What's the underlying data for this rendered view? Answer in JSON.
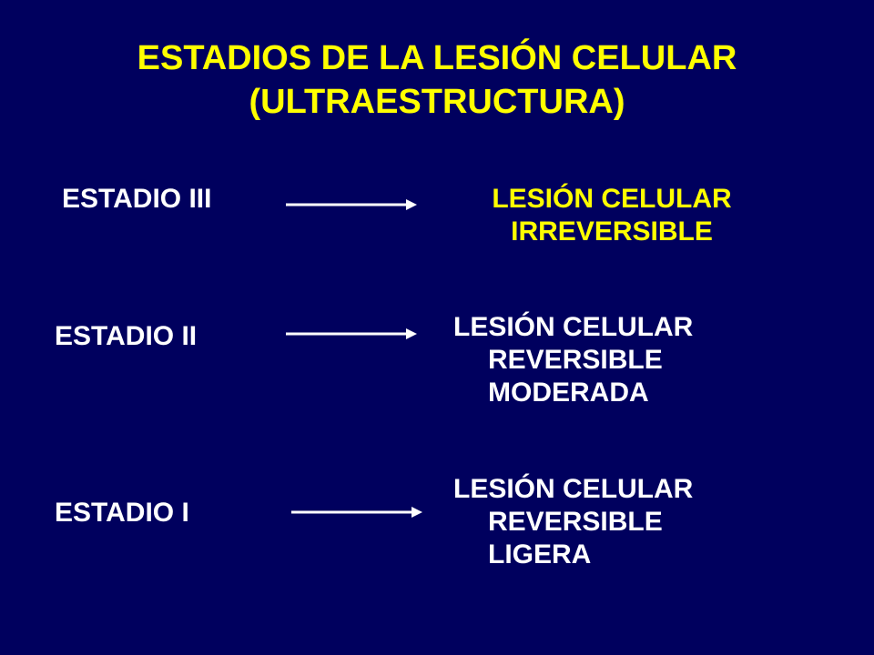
{
  "slide": {
    "title": {
      "line1": "ESTADIOS DE LA LESIÓN CELULAR",
      "line2": "(ULTRAESTRUCTURA)"
    },
    "rows": [
      {
        "stage": "ESTADIO III",
        "result": [
          "LESIÓN CELULAR",
          "IRREVERSIBLE"
        ]
      },
      {
        "stage": "ESTADIO II",
        "result": [
          "LESIÓN CELULAR",
          "REVERSIBLE",
          "MODERADA"
        ]
      },
      {
        "stage": "ESTADIO I",
        "result": [
          "LESIÓN CELULAR",
          "REVERSIBLE",
          "LIGERA"
        ]
      }
    ],
    "colors": {
      "background": "#00005e",
      "title": "#ffff00",
      "text": "#ffffff",
      "highlight": "#ffff00"
    },
    "icons": {
      "arrow": "right-arrow-icon"
    }
  }
}
